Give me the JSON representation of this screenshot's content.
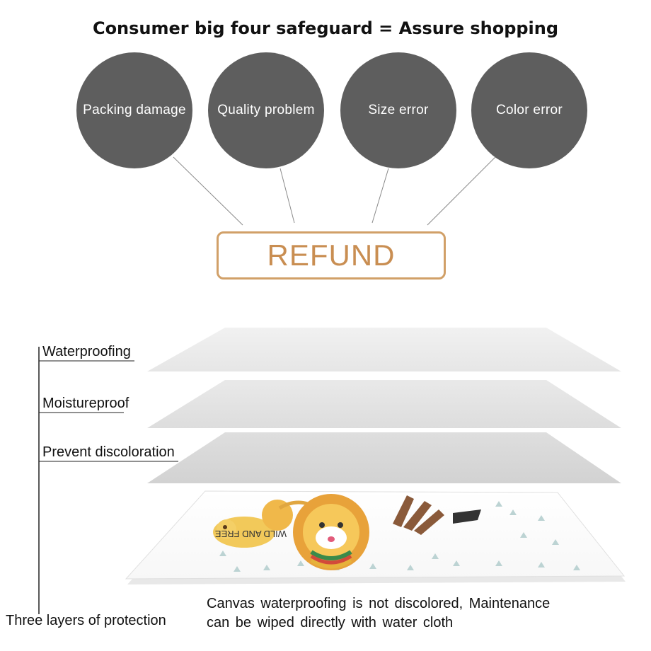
{
  "title": "Consumer big four safeguard = Assure shopping",
  "guarantees": [
    {
      "label": "Packing  damage"
    },
    {
      "label": "Quality  problem"
    },
    {
      "label": "Size  error"
    },
    {
      "label": "Color  error"
    }
  ],
  "refund_label": "REFUND",
  "layers": [
    {
      "label": "Waterproofing"
    },
    {
      "label": "Moistureproof"
    },
    {
      "label": "Prevent  discoloration"
    }
  ],
  "bottom_label": "Three layers of protection",
  "canvas_artwork_text": "WILD AND FREE",
  "caption": {
    "line1": "Canvas  waterproofing  is  not  discolored,  Maintenance",
    "line2": "can  be  wiped  directly  with  water  cloth"
  },
  "colors": {
    "circle": "#5e5e5e",
    "refund_border": "#d1a068",
    "refund_text": "#c98e52",
    "layer_light": "#ebebeb",
    "layer_mid": "#e2e2e2",
    "layer_dark": "#d6d6d6"
  }
}
